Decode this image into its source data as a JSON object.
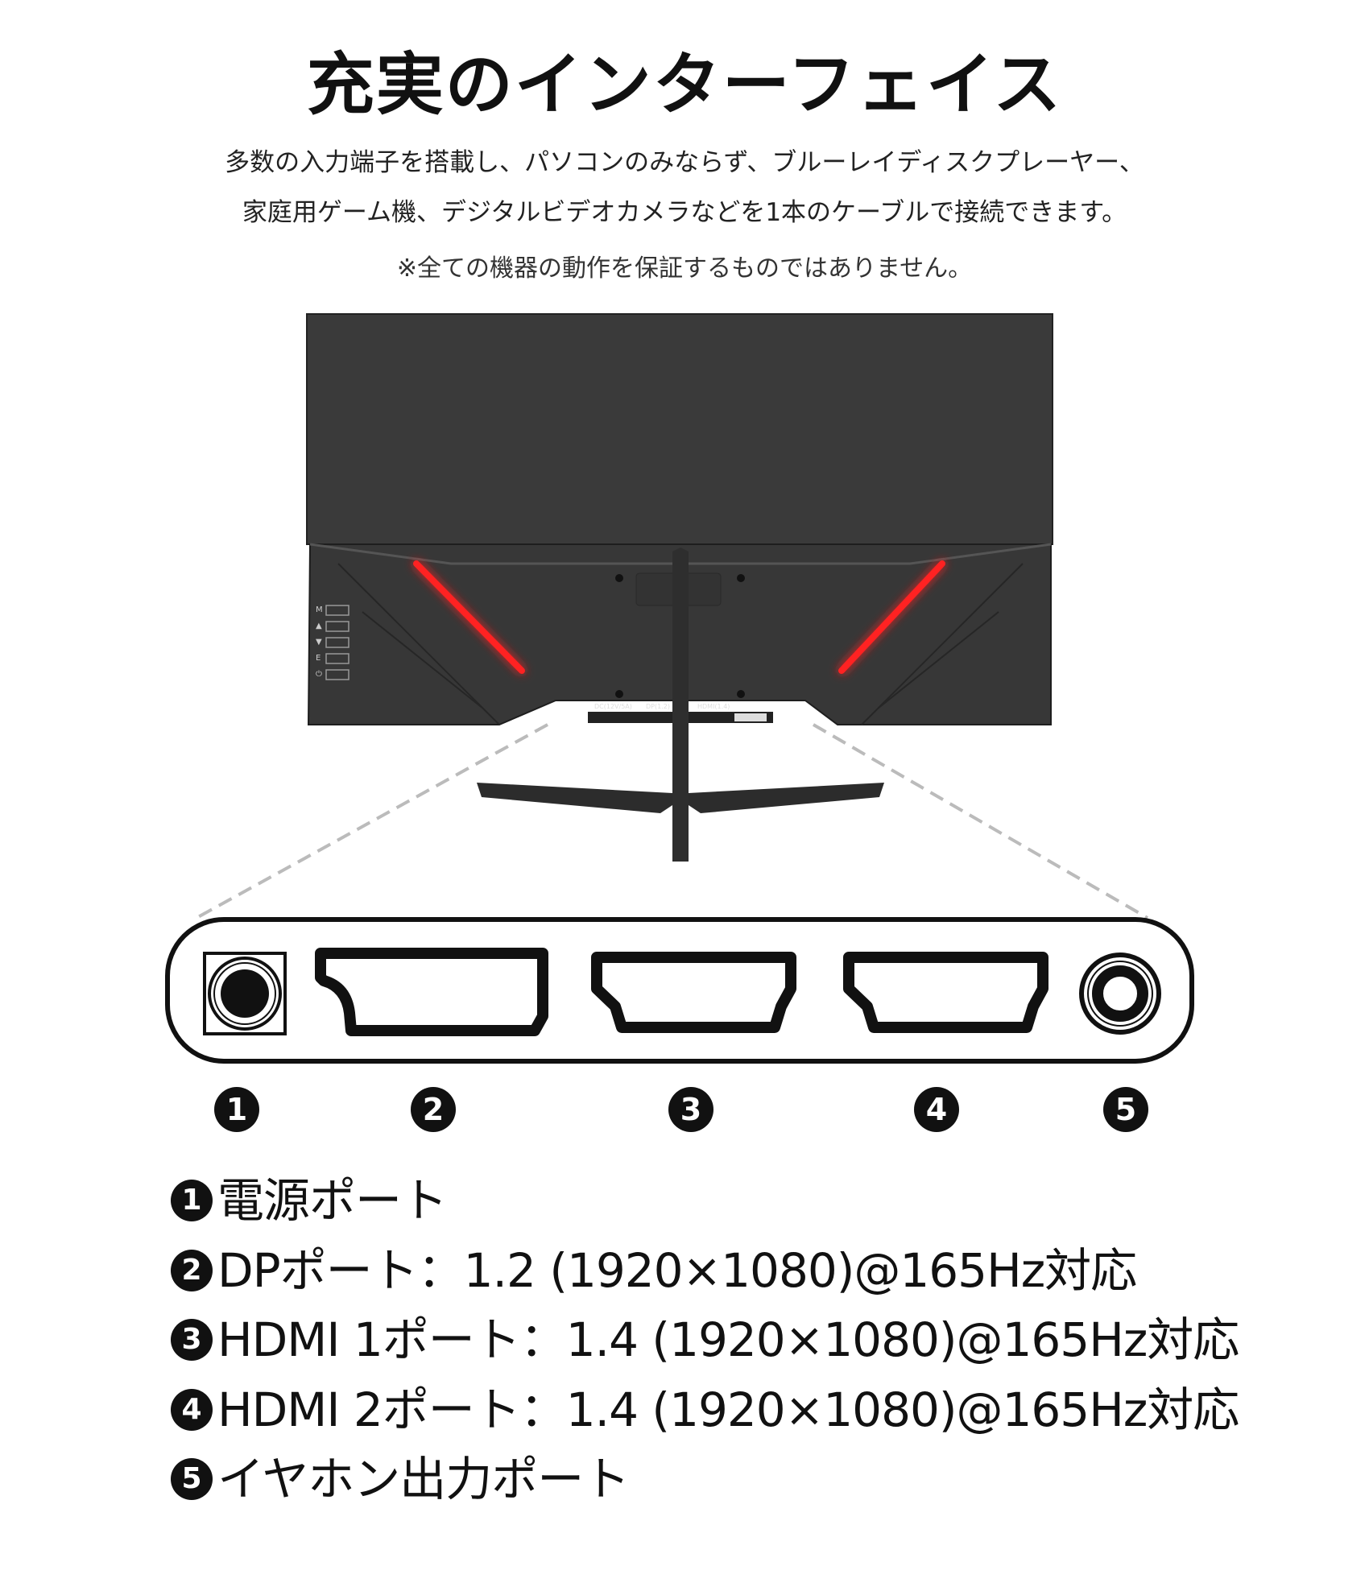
{
  "title": "充実のインターフェイス",
  "description": [
    "多数の入力端子を搭載し、パソコンのみならず、ブルーレイディスクプレーヤー、",
    "家庭用ゲーム機、デジタルビデオカメラなどを1本のケーブルで接続できます。"
  ],
  "note": "※全ての機器の動作を保証するものではありません。",
  "monitor": {
    "button_labels": [
      "M",
      "▲",
      "▼",
      "E",
      "⏻"
    ],
    "port_labels": [
      "DC(12V/5A)",
      "DP(1.2)",
      "HDMI(1.4)"
    ],
    "led_color": "#ff2020",
    "body_color": "#3a3a3a"
  },
  "port_numbers": [
    "1",
    "2",
    "3",
    "4",
    "5"
  ],
  "ports": [
    {
      "number": "1",
      "label": "電源ポート"
    },
    {
      "number": "2",
      "label": "DPポート：1.2 (1920×1080)@165Hz対応"
    },
    {
      "number": "3",
      "label": "HDMI 1ポート：1.4 (1920×1080)@165Hz対応"
    },
    {
      "number": "4",
      "label": "HDMI 2ポート：1.4 (1920×1080)@165Hz対応"
    },
    {
      "number": "5",
      "label": "イヤホン出力ポート"
    }
  ]
}
